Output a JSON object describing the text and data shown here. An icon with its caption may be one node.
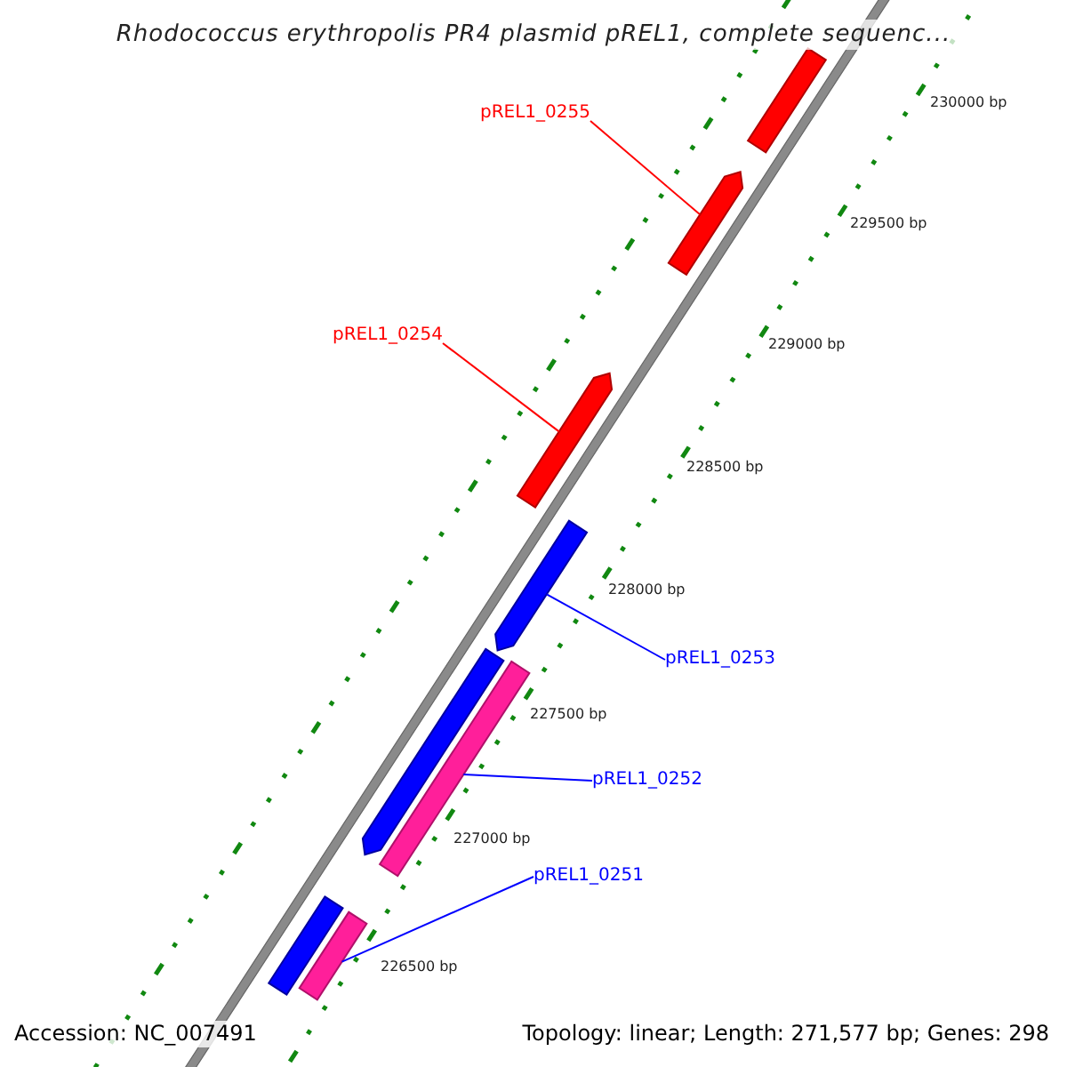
{
  "diagram": {
    "title": "Rhodococcus erythropolis PR4 plasmid pREL1, complete sequenc...",
    "nodes": [
      {
        "text": [
          "pREL1_0255"
        ]
      },
      {
        "text": [
          "pREL1_0254"
        ]
      },
      {
        "text": [
          "pREL1_0253"
        ]
      },
      {
        "text": [
          "pREL1_0252"
        ]
      },
      {
        "text": [
          "pREL1_0251"
        ]
      },
      {
        "text": [],
        "shape": "bar"
      },
      {
        "text": [],
        "shape": "bar"
      },
      {
        "text": [],
        "shape": "bar"
      },
      {
        "text": [],
        "shape": "bar"
      },
      {
        "text": [],
        "shape": "bar"
      },
      {
        "text": [],
        "shape": "bar"
      },
      {
        "text": [],
        "shape": "bar"
      },
      {
        "text": [],
        "shape": "bar"
      }
    ],
    "edges": [
      {
        "from": 0,
        "to": 6,
        "arrow": "none",
        "color": "#ff0000"
      },
      {
        "from": 1,
        "to": 7,
        "arrow": "none",
        "color": "#ff0000"
      },
      {
        "from": 2,
        "to": 8,
        "arrow": "none"
      },
      {
        "from": 3,
        "to": 10,
        "arrow": "none"
      },
      {
        "from": 4,
        "to": 12,
        "arrow": "none"
      }
    ],
    "labels": [
      "230000 bp",
      "229500 bp",
      "229000 bp",
      "228500 bp",
      "228000 bp",
      "227500 bp",
      "227000 bp",
      "226500 bp",
      "Accession: NC_007491",
      "Topology: linear; Length: 271,577 bp; Genes: 298"
    ]
  }
}
